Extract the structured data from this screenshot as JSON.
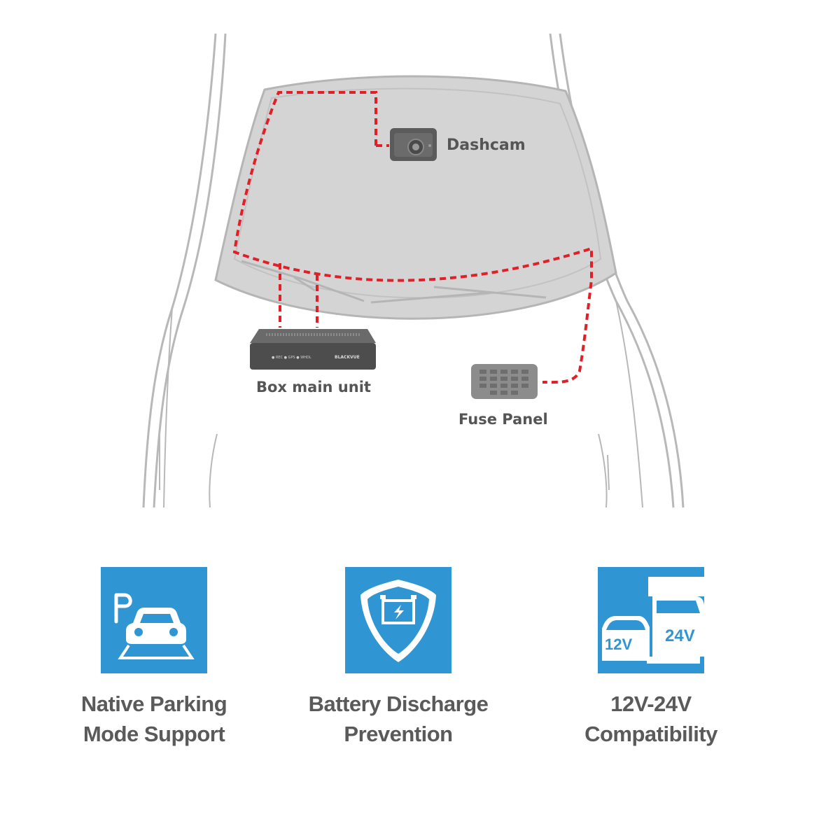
{
  "diagram": {
    "labels": {
      "dashcam": "Dashcam",
      "box_main_unit": "Box main unit",
      "fuse_panel": "Fuse Panel"
    },
    "box_unit": {
      "brand": "BLACKVUE",
      "indicators": [
        "REC",
        "GPS",
        "WHDL"
      ]
    },
    "wire_color": "#e11f26",
    "car_outline_color": "#b5b5b5",
    "windshield_color": "#d4d4d4"
  },
  "features": [
    {
      "icon": "parking-car-icon",
      "line1": "Native Parking",
      "line2": "Mode Support"
    },
    {
      "icon": "battery-shield-icon",
      "line1": "Battery Discharge",
      "line2": "Prevention"
    },
    {
      "icon": "car-truck-voltage-icon",
      "line1": "12V-24V",
      "line2": "Compatibility",
      "badges": [
        "12V",
        "24V"
      ]
    }
  ],
  "colors": {
    "accent": "#2f96d3",
    "text": "#5a5a5a"
  }
}
